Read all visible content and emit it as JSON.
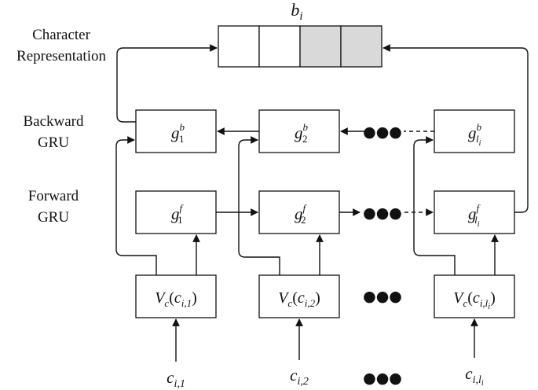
{
  "labels": {
    "char_rep_line1": "Character",
    "char_rep_line2": "Representation",
    "backward_line1": "Backward",
    "backward_line2": "GRU",
    "forward_line1": "Forward",
    "forward_line2": "GRU"
  },
  "top_vector": {
    "symbol": "b",
    "subscript": "i",
    "cells": 4,
    "shaded_cells": [
      2,
      3
    ],
    "shade_color": "#d9d9d9"
  },
  "backward_nodes": [
    {
      "base": "g",
      "sup": "b",
      "sub": "1"
    },
    {
      "base": "g",
      "sup": "b",
      "sub": "2"
    },
    {
      "base": "g",
      "sup": "b",
      "sub": "l",
      "subsub": "i"
    }
  ],
  "forward_nodes": [
    {
      "base": "g",
      "sup": "f",
      "sub": "1"
    },
    {
      "base": "g",
      "sup": "f",
      "sub": "2"
    },
    {
      "base": "g",
      "sup": "f",
      "sub": "l",
      "subsub": "i"
    }
  ],
  "embedding_nodes": [
    {
      "func": "V",
      "func_sub": "c",
      "arg": "c",
      "arg_sub": "i,1"
    },
    {
      "func": "V",
      "func_sub": "c",
      "arg": "c",
      "arg_sub": "i,2"
    },
    {
      "func": "V",
      "func_sub": "c",
      "arg": "c",
      "arg_sub": "i,l",
      "arg_subsub": "i"
    }
  ],
  "inputs": [
    {
      "base": "c",
      "sub": "i,1"
    },
    {
      "base": "c",
      "sub": "i,2"
    },
    {
      "base": "c",
      "sub": "i,l",
      "subsub": "i"
    }
  ],
  "ellipsis": "●●●"
}
